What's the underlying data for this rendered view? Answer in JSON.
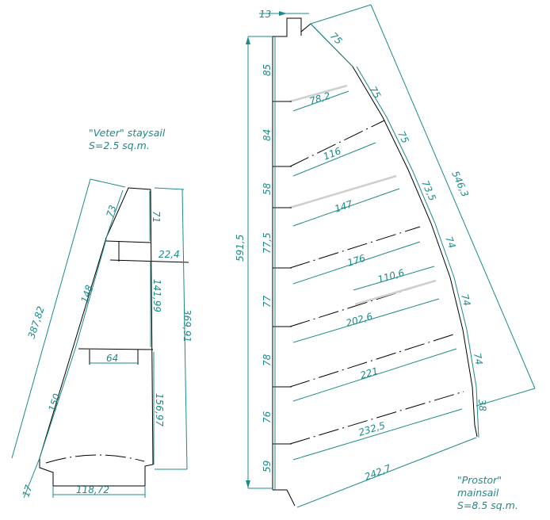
{
  "staysail": {
    "title": "\"Veter\" staysail",
    "area": "S=2.5 sq.m.",
    "dims": {
      "d387": "387,82",
      "d73": "73",
      "d148": "148",
      "d150": "150",
      "d17": "17",
      "d71": "71",
      "d22": "22,4",
      "d141": "141,99",
      "d369": "369,91",
      "d64": "64",
      "d156": "156,97",
      "d118": "118,72"
    }
  },
  "mainsail": {
    "title": "\"Prostor\"",
    "subtitle": "mainsail",
    "area": "S=8.5 sq.m.",
    "dims": {
      "d13": "13",
      "d591": "591,5",
      "d546": "546,3",
      "luff": [
        "85",
        "84",
        "58",
        "77,5",
        "77",
        "78",
        "76",
        "59"
      ],
      "leech": [
        "75",
        "75",
        "75",
        "73,5",
        "74",
        "74",
        "74",
        "38"
      ],
      "battens": [
        "78,2",
        "116",
        "147",
        "176",
        "110,6",
        "202,6",
        "221",
        "232,5",
        "242,7"
      ]
    }
  },
  "colors": {
    "dimension": "#1d8a8a",
    "outline": "#000000",
    "batten": "#cfcfcf"
  }
}
